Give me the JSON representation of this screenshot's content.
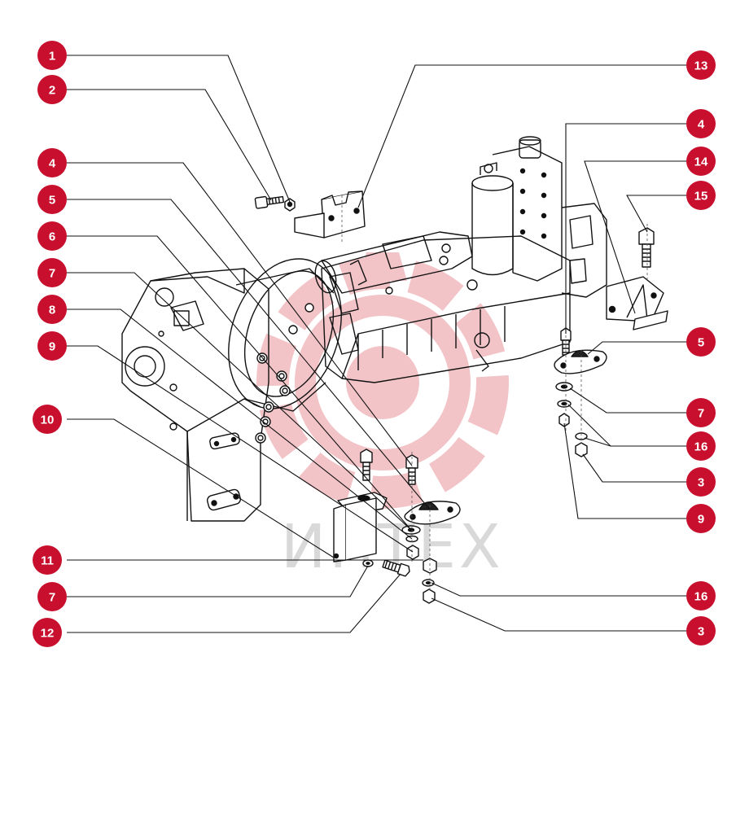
{
  "watermark": {
    "text": "ИНТЕХ",
    "gear_color": "#f2c4c8"
  },
  "colors": {
    "callout": "#c8102e",
    "callout_text": "#ffffff",
    "line": "#111111"
  },
  "callouts": [
    {
      "id": "c1",
      "label": "1"
    },
    {
      "id": "c2",
      "label": "2"
    },
    {
      "id": "c4a",
      "label": "4"
    },
    {
      "id": "c5a",
      "label": "5"
    },
    {
      "id": "c6",
      "label": "6"
    },
    {
      "id": "c7a",
      "label": "7"
    },
    {
      "id": "c8",
      "label": "8"
    },
    {
      "id": "c9a",
      "label": "9"
    },
    {
      "id": "c10",
      "label": "10"
    },
    {
      "id": "c11",
      "label": "11"
    },
    {
      "id": "c7b",
      "label": "7"
    },
    {
      "id": "c12",
      "label": "12"
    },
    {
      "id": "c13",
      "label": "13"
    },
    {
      "id": "c4b",
      "label": "4"
    },
    {
      "id": "c14",
      "label": "14"
    },
    {
      "id": "c15",
      "label": "15"
    },
    {
      "id": "c5b",
      "label": "5"
    },
    {
      "id": "c7c",
      "label": "7"
    },
    {
      "id": "c16a",
      "label": "16"
    },
    {
      "id": "c3a",
      "label": "3"
    },
    {
      "id": "c9b",
      "label": "9"
    },
    {
      "id": "c16b",
      "label": "16"
    },
    {
      "id": "c3b",
      "label": "3"
    }
  ]
}
